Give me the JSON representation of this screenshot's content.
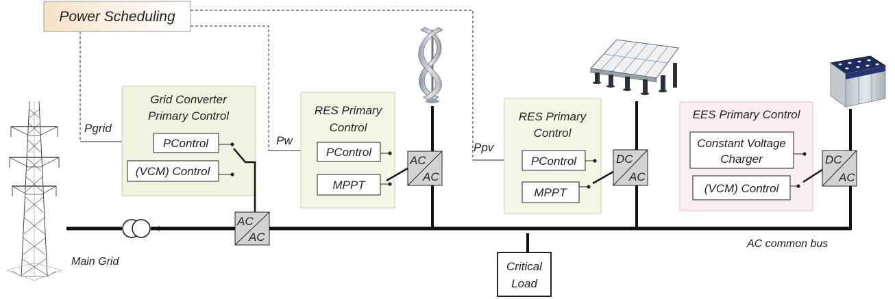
{
  "title": "Power Scheduling",
  "main_grid": {
    "label": "Main Grid"
  },
  "ac_bus": {
    "label": "AC common bus"
  },
  "critical_load": {
    "line1": "Critical",
    "line2": "Load"
  },
  "grid_converter": {
    "title_line1": "Grid Converter",
    "title_line2": "Primary Control",
    "signal": "Pgrid",
    "box1": "PControl",
    "box2": "(VCM) Control",
    "converter": {
      "top": "AC",
      "bottom": "AC"
    }
  },
  "res_wind": {
    "title_line1": "RES Primary",
    "title_line2": "Control",
    "signal": "Pw",
    "box1": "PControl",
    "box2": "MPPT",
    "converter": {
      "top": "AC",
      "bottom": "AC"
    }
  },
  "res_pv": {
    "title_line1": "RES Primary",
    "title_line2": "Control",
    "signal": "Ppv",
    "box1": "PControl",
    "box2": "MPPT",
    "converter": {
      "top": "DC",
      "bottom": "AC"
    }
  },
  "ees": {
    "title": "EES Primary Control",
    "box1_line1": "Constant Voltage",
    "box1_line2": "Charger",
    "box2": "(VCM) Control",
    "converter": {
      "top": "DC",
      "bottom": "AC"
    }
  },
  "colors": {
    "title_gradient_start": "#f6e2c6",
    "title_gradient_end": "#ffffff",
    "grid_panel_fill": "#eef4df",
    "res_panel_fill": "#f5f7e6",
    "ees_panel_fill": "#fbeef1",
    "converter_fill": "#d3d3d3",
    "bus": "#111111"
  },
  "icons": {
    "grid": "transmission-tower-icon",
    "transformer": "transformer-icon",
    "wind": "vertical-axis-wind-turbine-icon",
    "pv": "solar-panel-array-icon",
    "battery": "battery-bank-icon"
  }
}
